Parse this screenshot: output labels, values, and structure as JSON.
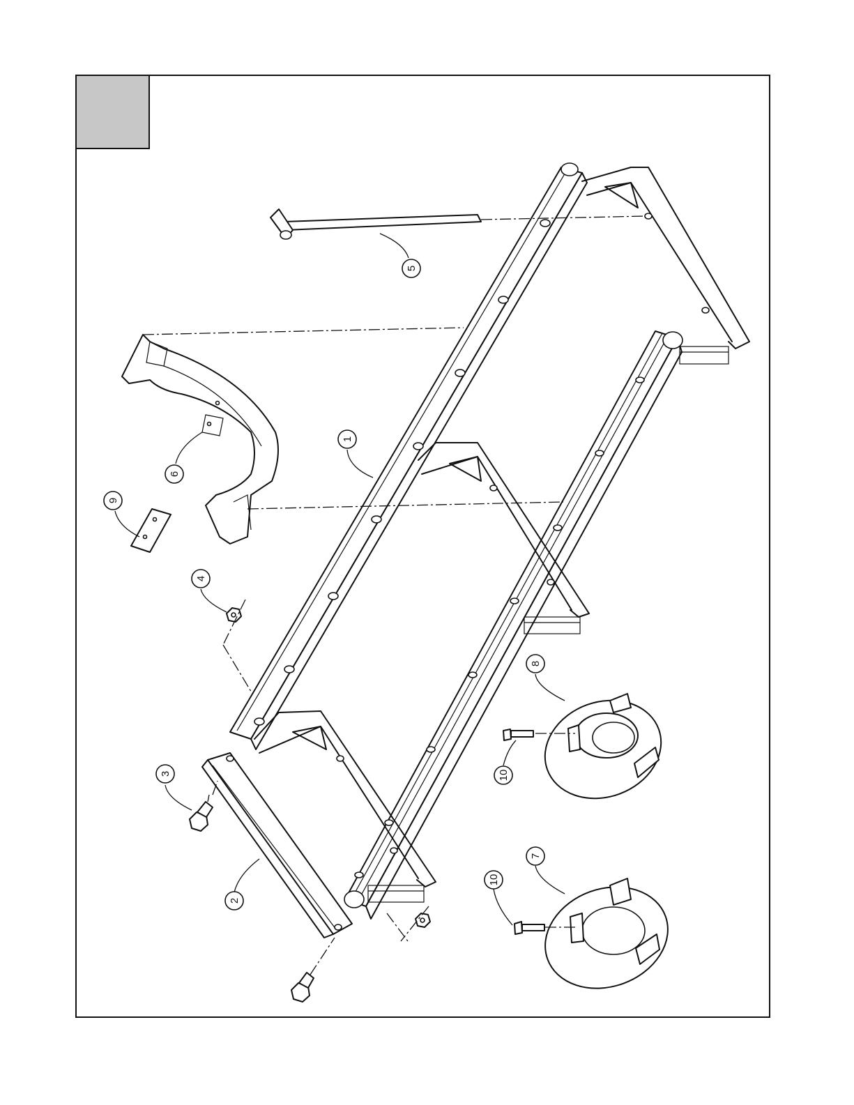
{
  "callouts": [
    {
      "id": "c1",
      "label": "1",
      "part": "long-angle-rail"
    },
    {
      "id": "c2",
      "label": "2",
      "part": "short-channel"
    },
    {
      "id": "c3",
      "label": "3",
      "part": "hex-bolt"
    },
    {
      "id": "c4",
      "label": "4",
      "part": "hex-nut"
    },
    {
      "id": "c5",
      "label": "5",
      "part": "t-handle-rod"
    },
    {
      "id": "c6",
      "label": "6",
      "part": "curved-bracket"
    },
    {
      "id": "c7",
      "label": "7",
      "part": "ring-plate-a"
    },
    {
      "id": "c8",
      "label": "8",
      "part": "ring-plate-b"
    },
    {
      "id": "c9",
      "label": "9",
      "part": "small-plate"
    },
    {
      "id": "c10a",
      "label": "10",
      "part": "screw-a"
    },
    {
      "id": "c10b",
      "label": "10",
      "part": "screw-b"
    }
  ],
  "colors": {
    "line": "#111111",
    "corner_tab": "#c7c7c7",
    "background": "#ffffff"
  }
}
